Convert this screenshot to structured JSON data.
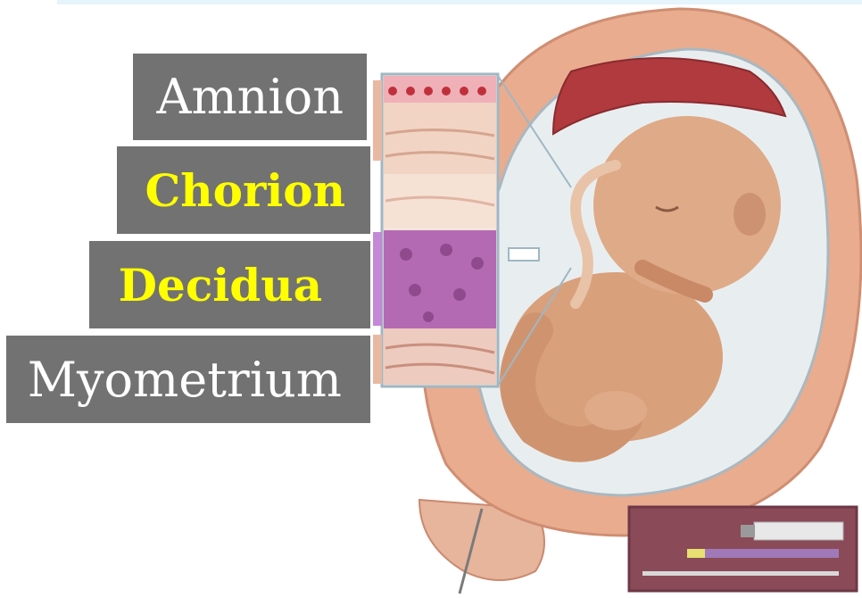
{
  "labels": {
    "amnion": "Amnion",
    "chorion": "Chorion",
    "decidua": "Decidua",
    "myometrium": "Myometrium"
  },
  "colors": {
    "label_background": "#727272",
    "label_text_normal": "#ffffff",
    "label_text_highlight": "#ffff00",
    "uterus_wall": "#e2a287",
    "fetus_skin": "#d9a07c",
    "placenta": "#b03a3e"
  }
}
